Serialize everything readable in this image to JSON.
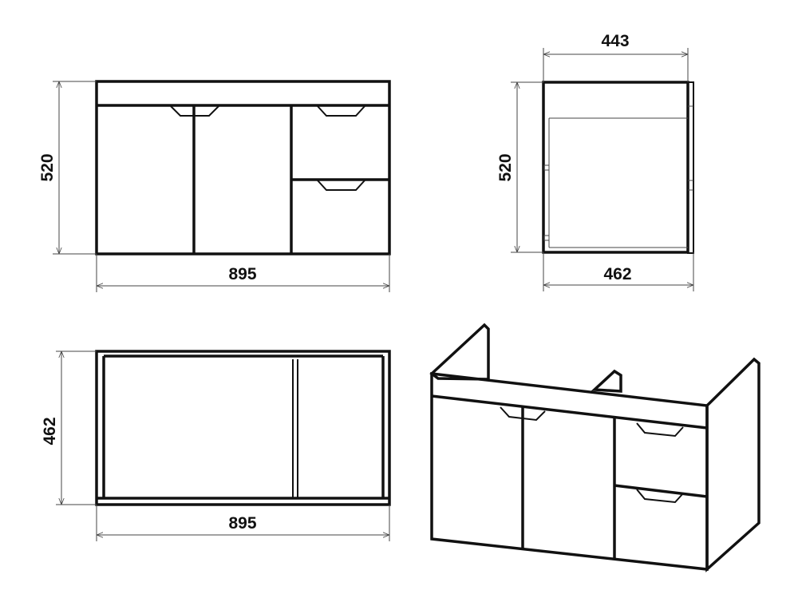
{
  "front_view": {
    "height_label": "520",
    "width_label": "895"
  },
  "side_view": {
    "top_depth_label": "443",
    "height_label": "520",
    "bottom_depth_label": "462"
  },
  "top_view": {
    "depth_label": "462",
    "width_label": "895"
  },
  "colors": {
    "line": "#111111",
    "background": "#ffffff"
  }
}
